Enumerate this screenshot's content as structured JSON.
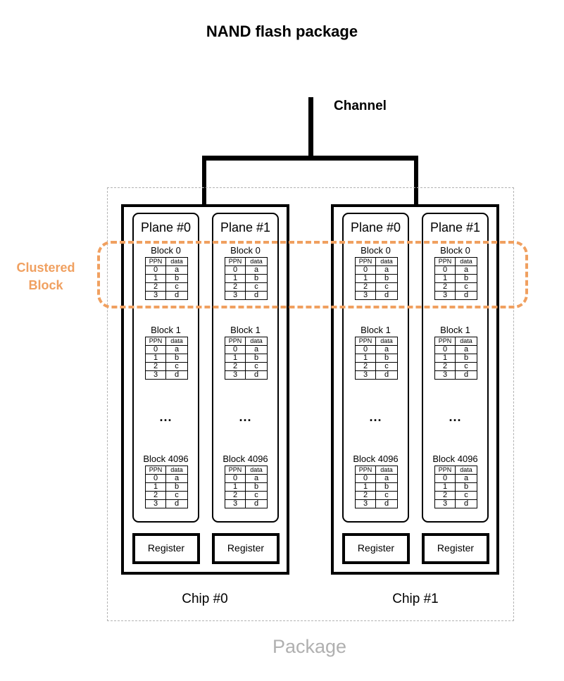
{
  "title": "NAND flash package",
  "channel_label": "Channel",
  "package_label": "Package",
  "cluster_label_line1": "Clustered",
  "cluster_label_line2": "Block",
  "colors": {
    "cluster": "#f0a060",
    "package_border": "#b3b3b3",
    "package_text": "#b0b0b0"
  },
  "table_header": {
    "ppn": "PPN",
    "data": "data"
  },
  "rows": [
    {
      "ppn": "0",
      "data": "a"
    },
    {
      "ppn": "1",
      "data": "b"
    },
    {
      "ppn": "2",
      "data": "c"
    },
    {
      "ppn": "3",
      "data": "d"
    }
  ],
  "ellipsis": "...",
  "chips": [
    {
      "label": "Chip #0",
      "planes": [
        {
          "label": "Plane #0",
          "blocks": [
            "Block 0",
            "Block 1",
            "Block 4096"
          ],
          "register": "Register"
        },
        {
          "label": "Plane #1",
          "blocks": [
            "Block 0",
            "Block 1",
            "Block 4096"
          ],
          "register": "Register"
        }
      ]
    },
    {
      "label": "Chip #1",
      "planes": [
        {
          "label": "Plane #0",
          "blocks": [
            "Block 0",
            "Block 1",
            "Block 4096"
          ],
          "register": "Register"
        },
        {
          "label": "Plane #1",
          "blocks": [
            "Block 0",
            "Block 1",
            "Block 4096"
          ],
          "register": "Register"
        }
      ]
    }
  ]
}
